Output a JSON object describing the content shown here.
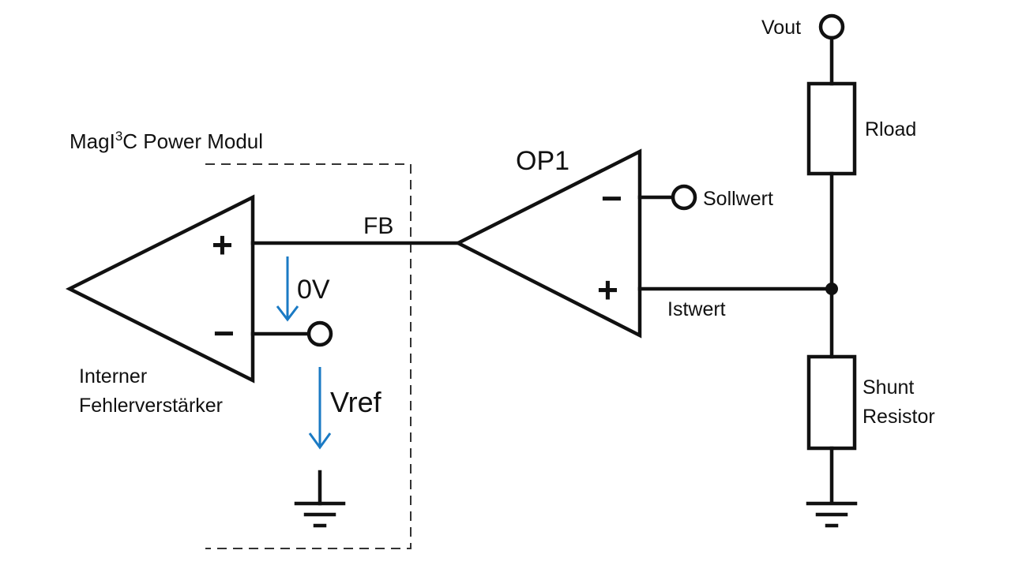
{
  "module_box": {
    "label_prefix": "MagI",
    "label_superscript": "3",
    "label_suffix": "C Power Modul"
  },
  "internal_amp": {
    "plus_sign": "+",
    "minus_sign": "−",
    "name_line1": "Interner",
    "name_line2": "Fehlerverstärker"
  },
  "op1": {
    "name": "OP1",
    "plus_sign": "+",
    "minus_sign": "−"
  },
  "nets": {
    "fb": "FB",
    "sollwert": "Sollwert",
    "istwert": "Istwert",
    "vout": "Vout"
  },
  "voltages": {
    "zero": "0V",
    "vref": "Vref"
  },
  "resistors": {
    "rload": "Rload",
    "shunt_line1": "Shunt",
    "shunt_line2": "Resistor"
  },
  "colors": {
    "wire": "#111111",
    "arrow": "#1a7ac4",
    "frame": "#333333"
  }
}
